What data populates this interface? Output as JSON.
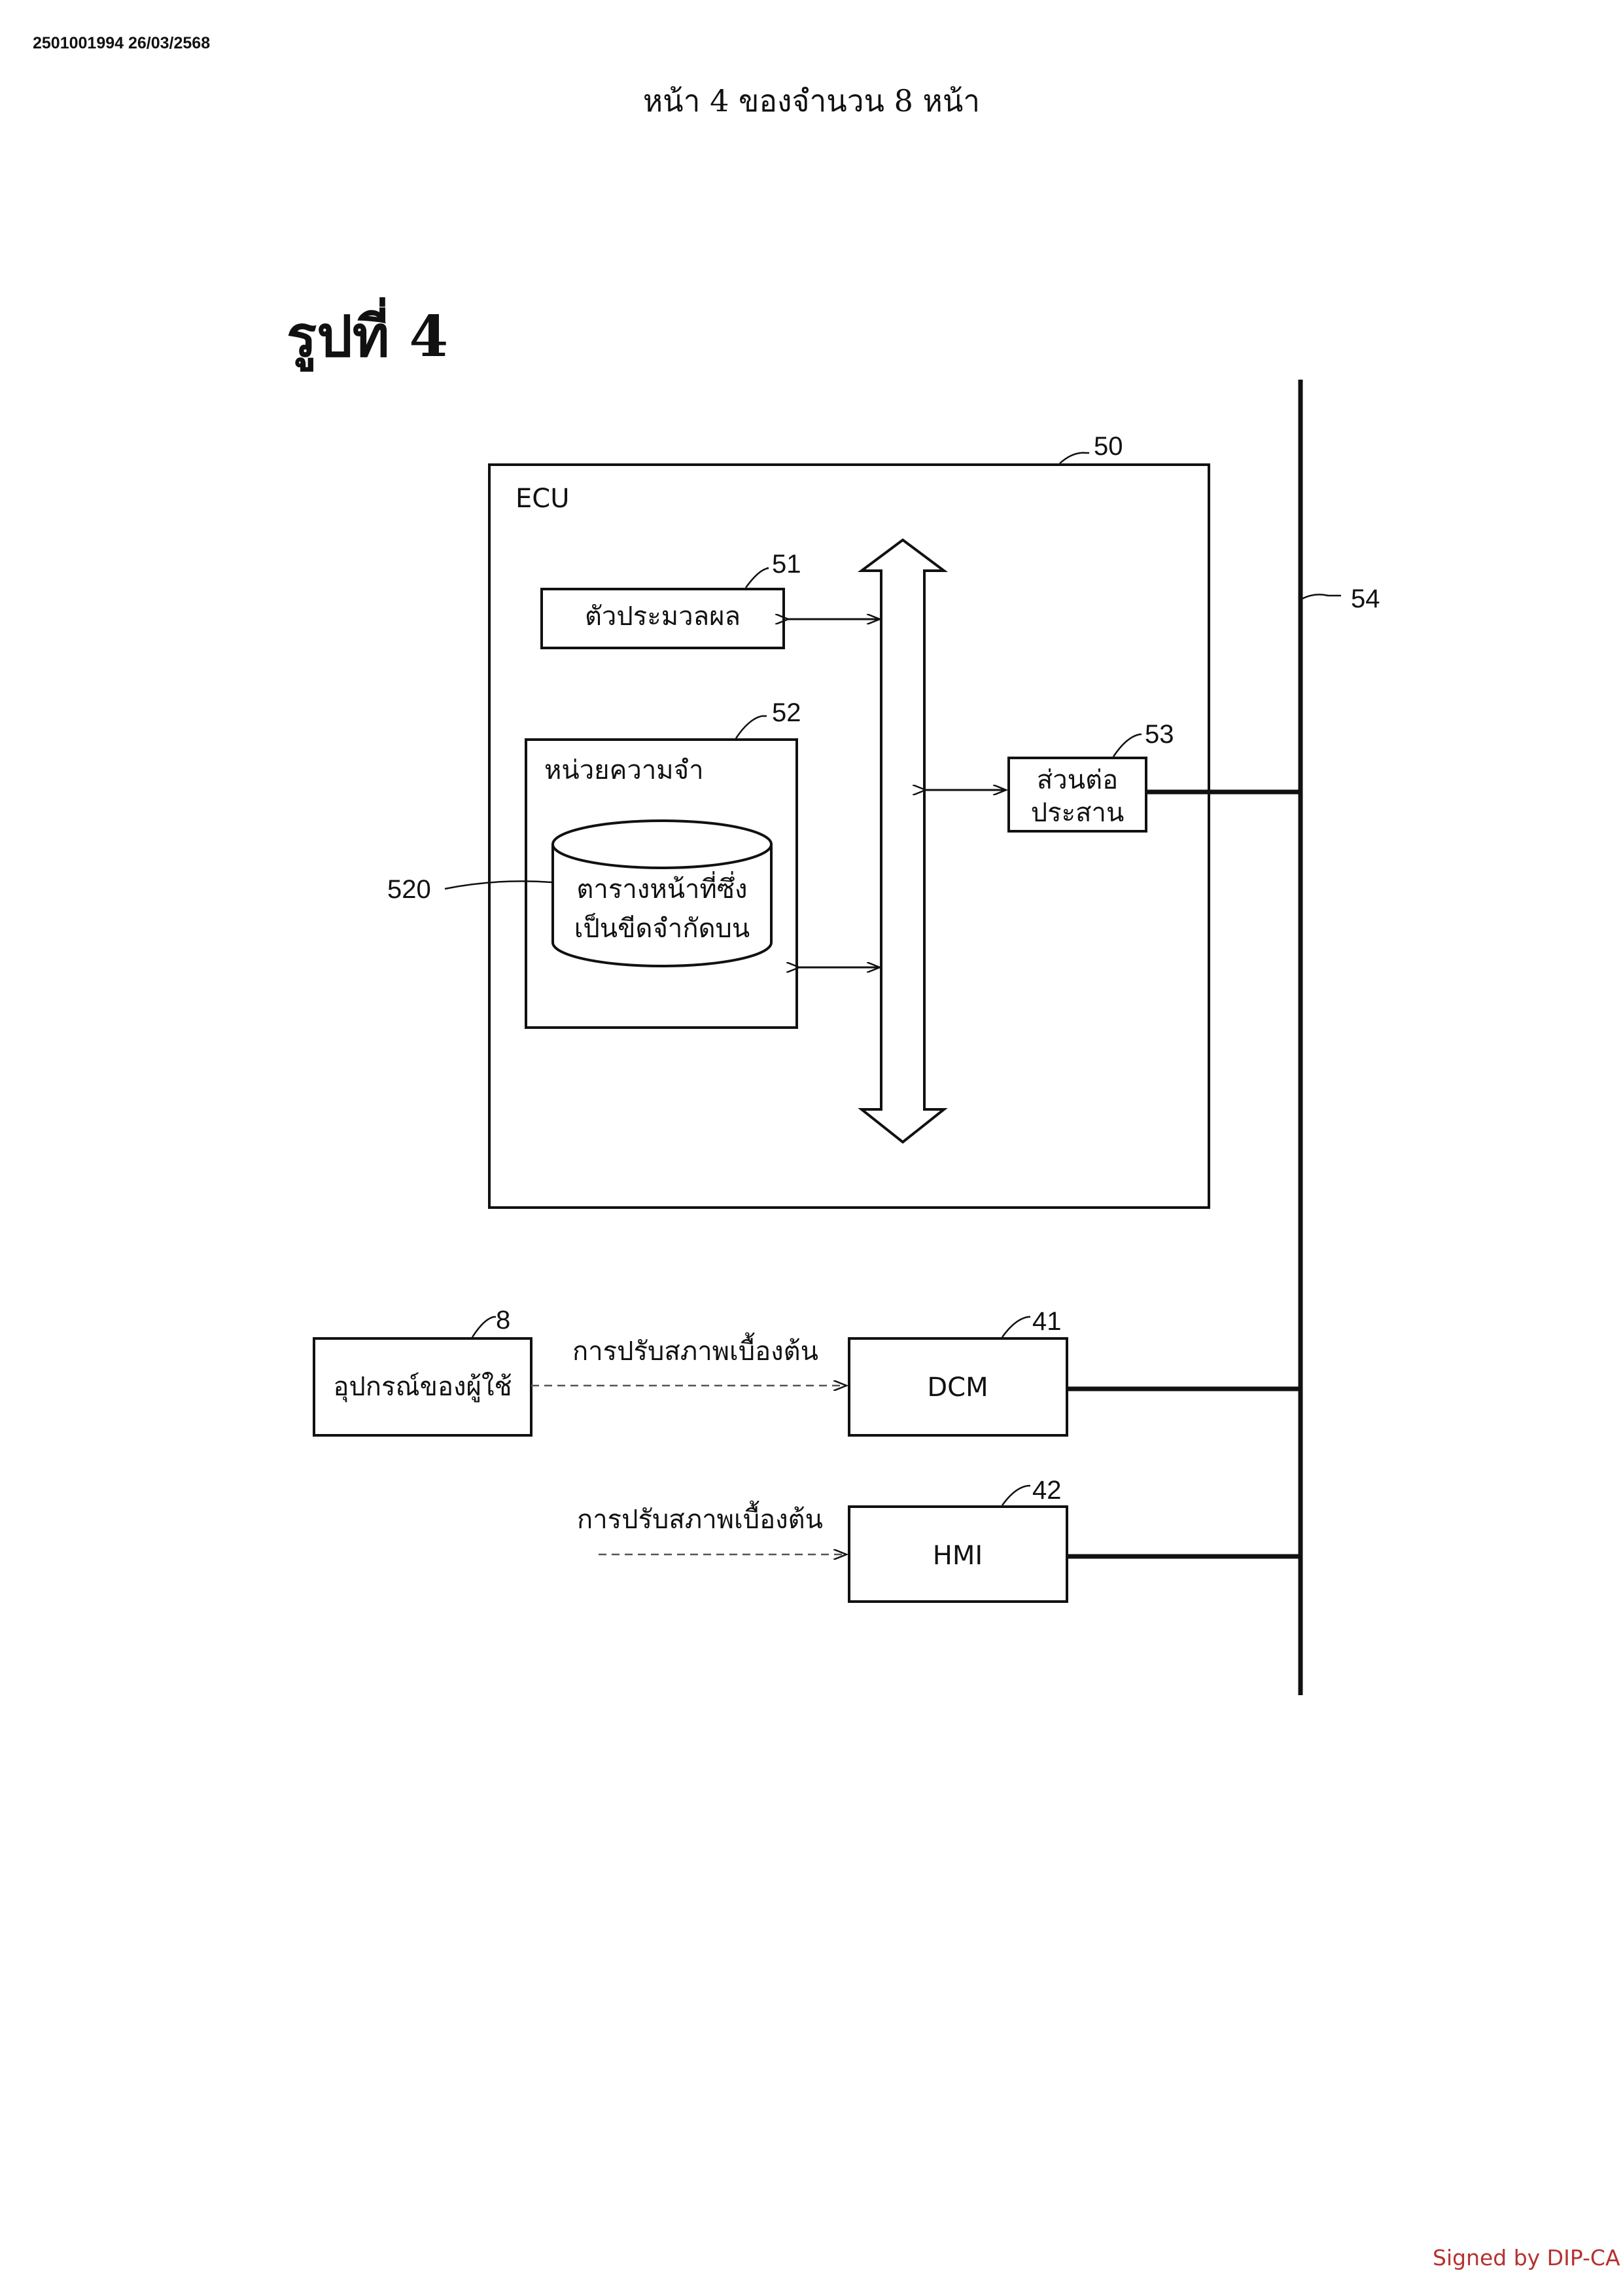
{
  "header": {
    "doc_id": "2501001994 26/03/2568",
    "page_label": "หน้า 4 ของจำนวน 8 หน้า"
  },
  "figure": {
    "title": "รูปที่ 4",
    "ecu": {
      "ref": "50",
      "label": "ECU"
    },
    "processor": {
      "ref": "51",
      "label": "ตัวประมวลผล"
    },
    "memory": {
      "ref": "52",
      "label": "หน่วยความจำ"
    },
    "table": {
      "ref": "520",
      "line1": "ตารางหน้าที่ซึ่ง",
      "line2": "เป็นขีดจำกัดบน"
    },
    "interface": {
      "ref": "53",
      "line1": "ส่วนต่อ",
      "line2": "ประสาน"
    },
    "bus": {
      "ref": "54"
    },
    "user_device": {
      "ref": "8",
      "label": "อุปกรณ์ของผู้ใช้"
    },
    "dcm": {
      "ref": "41",
      "label": "DCM",
      "input_label": "การปรับสภาพเบื้องต้น"
    },
    "hmi": {
      "ref": "42",
      "label": "HMI",
      "input_label": "การปรับสภาพเบื้องต้น"
    }
  },
  "footer": {
    "signature": "Signed by DIP-CA"
  }
}
